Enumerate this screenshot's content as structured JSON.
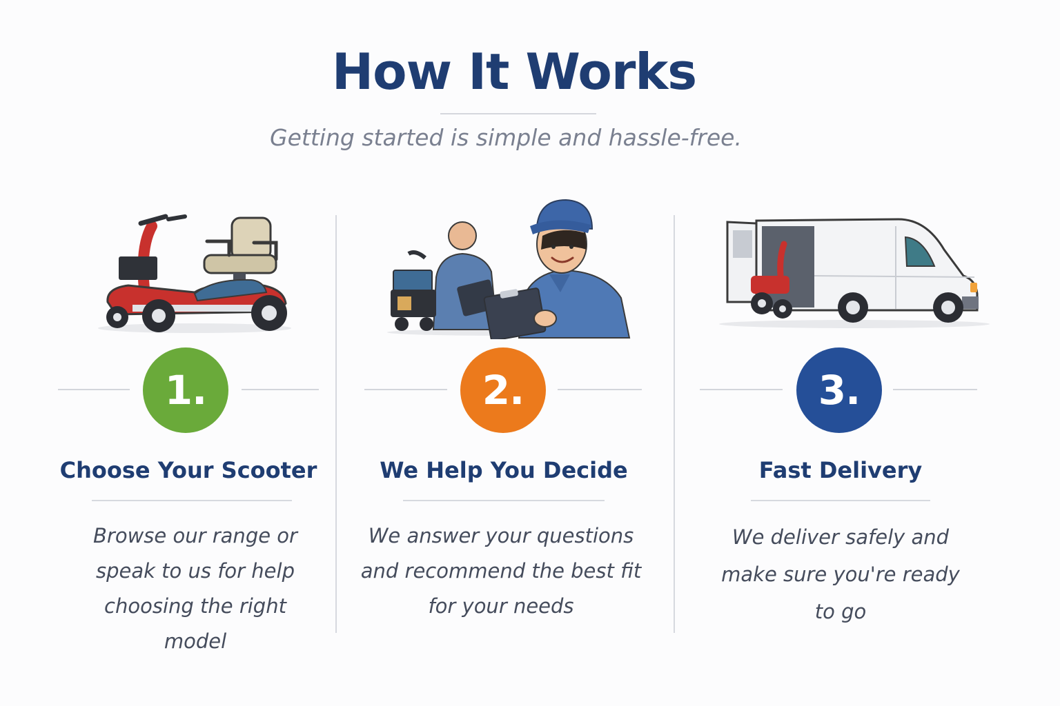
{
  "header": {
    "title": "How It Works",
    "subtitle": "Getting started is simple and hassle-free."
  },
  "steps": [
    {
      "number": "1.",
      "title": "Choose Your Scooter",
      "description": "Browse our range or speak to us for help choosing the right model",
      "badge_color": "#6aaa3a",
      "icon": "mobility-scooter-icon"
    },
    {
      "number": "2.",
      "title": "We Help You Decide",
      "description": "We answer your questions and recommend the best fit for your needs",
      "badge_color": "#ec7a1c",
      "icon": "helpful-staff-icon"
    },
    {
      "number": "3.",
      "title": "Fast Delivery",
      "description": "We deliver safely and make sure you're ready to go",
      "badge_color": "#254f98",
      "icon": "delivery-van-icon"
    }
  ]
}
